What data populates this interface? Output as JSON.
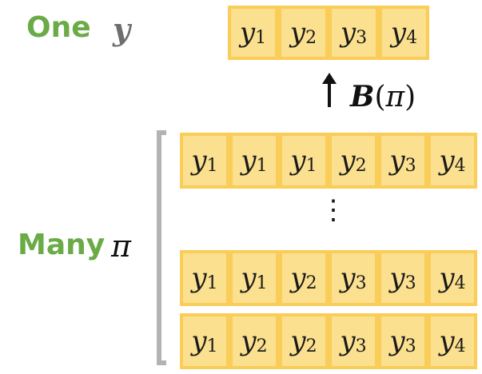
{
  "one_label": "One",
  "one_symbol": "y",
  "many_label": "Many",
  "many_symbol": "π",
  "operator": {
    "symbol": "B",
    "open": "(",
    "arg": "π",
    "close": ")"
  },
  "ellipsis": "⋮",
  "top_row": [
    {
      "var": "y",
      "sub": "1"
    },
    {
      "var": "y",
      "sub": "2"
    },
    {
      "var": "y",
      "sub": "3"
    },
    {
      "var": "y",
      "sub": "4"
    }
  ],
  "alignment_rows": [
    [
      {
        "var": "y",
        "sub": "1"
      },
      {
        "var": "y",
        "sub": "1"
      },
      {
        "var": "y",
        "sub": "1"
      },
      {
        "var": "y",
        "sub": "2"
      },
      {
        "var": "y",
        "sub": "3"
      },
      {
        "var": "y",
        "sub": "4"
      }
    ],
    [
      {
        "var": "y",
        "sub": "1"
      },
      {
        "var": "y",
        "sub": "1"
      },
      {
        "var": "y",
        "sub": "2"
      },
      {
        "var": "y",
        "sub": "3"
      },
      {
        "var": "y",
        "sub": "3"
      },
      {
        "var": "y",
        "sub": "4"
      }
    ],
    [
      {
        "var": "y",
        "sub": "1"
      },
      {
        "var": "y",
        "sub": "2"
      },
      {
        "var": "y",
        "sub": "2"
      },
      {
        "var": "y",
        "sub": "3"
      },
      {
        "var": "y",
        "sub": "3"
      },
      {
        "var": "y",
        "sub": "4"
      }
    ]
  ],
  "colors": {
    "label_green": "#6aab47",
    "cell_fill": "#fbe08f",
    "cell_border": "#f9cd57",
    "bracket": "#b3b3b3"
  }
}
